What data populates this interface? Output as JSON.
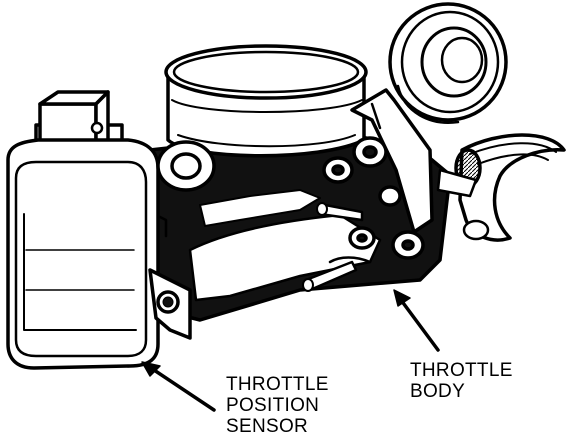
{
  "labels": {
    "throttle_position_sensor": [
      "THROTTLE",
      "POSITION",
      "SENSOR"
    ],
    "throttle_body": [
      "THROTTLE",
      "BODY"
    ]
  },
  "colors": {
    "ink": "#000000",
    "paper": "#ffffff"
  }
}
